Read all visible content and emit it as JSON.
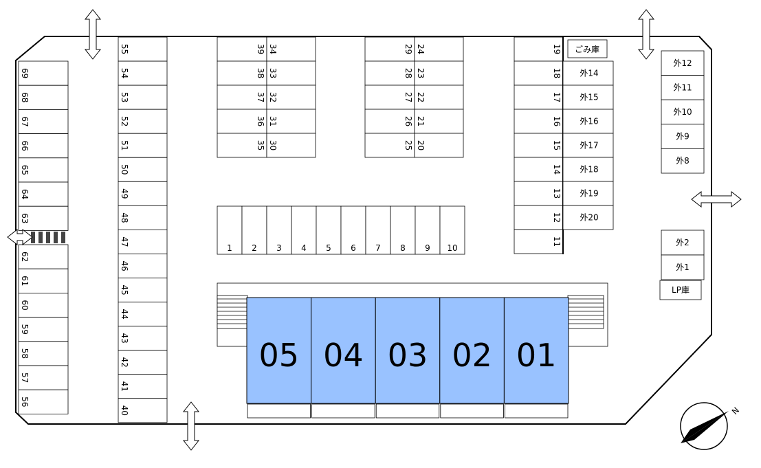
{
  "units": [
    "05",
    "04",
    "03",
    "02",
    "01"
  ],
  "left_column": [
    "69",
    "68",
    "67",
    "66",
    "65",
    "64",
    "63",
    "62",
    "61",
    "60",
    "59",
    "58",
    "57",
    "56"
  ],
  "column_40_55": [
    "55",
    "54",
    "53",
    "52",
    "51",
    "50",
    "49",
    "48",
    "47",
    "46",
    "45",
    "44",
    "43",
    "42",
    "41",
    "40"
  ],
  "block_a": {
    "row1": [
      "39",
      "38",
      "37",
      "36",
      "35"
    ],
    "row2": [
      "34",
      "33",
      "32",
      "31",
      "30"
    ]
  },
  "block_b": {
    "row1": [
      "29",
      "28",
      "27",
      "26",
      "25"
    ],
    "row2": [
      "24",
      "23",
      "22",
      "21",
      "20"
    ]
  },
  "column_11_19": [
    "19",
    "18",
    "17",
    "16",
    "15",
    "14",
    "13",
    "12",
    "11"
  ],
  "garbage": "ごみ庫",
  "outside_middle": [
    "外14",
    "外15",
    "外16",
    "外17",
    "外18",
    "外19",
    "外20"
  ],
  "center_row": [
    "1",
    "2",
    "3",
    "4",
    "5",
    "6",
    "7",
    "8",
    "9",
    "10"
  ],
  "outside_right_top": [
    "外12",
    "外11",
    "外10",
    "外9",
    "外8"
  ],
  "outside_right_bottom": [
    "外2",
    "外1"
  ],
  "lp": "LP庫",
  "compass": "N",
  "icons": [
    "double-arrow-icon",
    "compass-icon",
    "crosswalk-stripes"
  ]
}
